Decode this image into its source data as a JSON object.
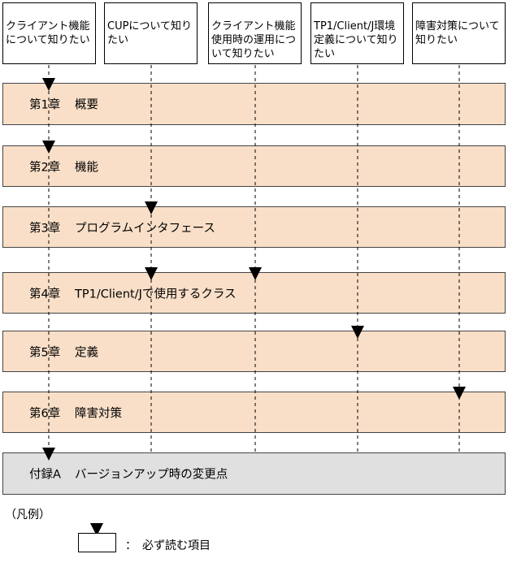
{
  "interests": [
    {
      "label": "クライアント機能について知りたい"
    },
    {
      "label": "CUPについて知りたい"
    },
    {
      "label": "クライアント機能使用時の運用について知りたい"
    },
    {
      "label": "TP1/Client/J環境定義について知りたい"
    },
    {
      "label": "障害対策について知りたい"
    }
  ],
  "chapters": [
    {
      "num": "第1章",
      "title": "概要",
      "style": "chapter",
      "must_read": [
        0
      ]
    },
    {
      "num": "第2章",
      "title": "機能",
      "style": "chapter",
      "must_read": [
        0
      ]
    },
    {
      "num": "第3章",
      "title": "プログラムインタフェース",
      "style": "chapter",
      "must_read": [
        1
      ]
    },
    {
      "num": "第4章",
      "title": "TP1/Client/Jで使用するクラス",
      "style": "chapter",
      "must_read": [
        1,
        2
      ]
    },
    {
      "num": "第5章",
      "title": "定義",
      "style": "chapter",
      "must_read": [
        3
      ]
    },
    {
      "num": "第6章",
      "title": "障害対策",
      "style": "chapter",
      "must_read": [
        4
      ]
    },
    {
      "num": "付録A",
      "title": "バージョンアップ時の変更点",
      "style": "appendix",
      "must_read": [
        0
      ]
    }
  ],
  "legend": {
    "title": "（凡例）",
    "text": "：　必ず読む項目"
  },
  "colors": {
    "chapter_fill": "#f9dfc8",
    "appendix_fill": "#e0e0e0",
    "line": "#000000"
  }
}
